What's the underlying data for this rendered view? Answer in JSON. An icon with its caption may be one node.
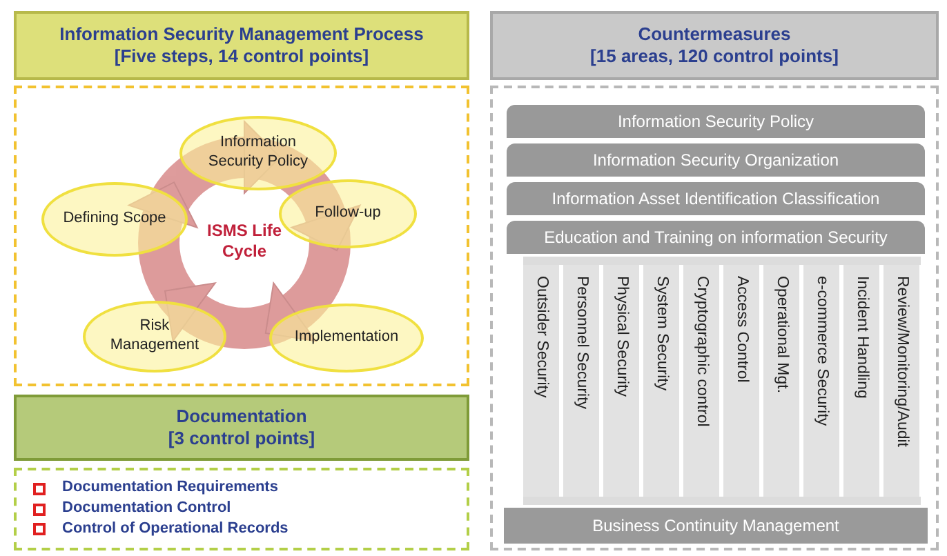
{
  "diagram": {
    "nodes": [
      {
        "text": [
          "Information Security Management Process",
          "[Five steps, 14 control points]"
        ]
      },
      {
        "text": [],
        "shape": "box"
      },
      {
        "text": [
          "Information Security Policy"
        ],
        "in": 1
      },
      {
        "text": [
          "Follow-up"
        ],
        "in": 1
      },
      {
        "text": [
          "Implementation"
        ],
        "in": 1
      },
      {
        "text": [
          "Risk Management"
        ],
        "in": 1
      },
      {
        "text": [
          "Defining Scope"
        ],
        "in": 1
      },
      {
        "text": [
          "Documentation",
          "[3 control points]"
        ]
      },
      {
        "text": [
          "Documentation Requirements",
          "Documentation Control",
          "Control of Operational Records"
        ]
      },
      {
        "text": [
          "Countermeasures",
          "[15 areas, 120 control points]"
        ]
      },
      {
        "text": [],
        "shape": "box"
      },
      {
        "text": [
          "Information Security Policy"
        ],
        "in": 10
      },
      {
        "text": [
          "Information Security Organization"
        ],
        "in": 10
      },
      {
        "text": [
          "Information Asset Identification Classification"
        ],
        "in": 10
      },
      {
        "text": [
          "Education and Training on information Security"
        ],
        "in": 10
      },
      {
        "text": [
          "Outsider Security"
        ],
        "in": 10
      },
      {
        "text": [
          "Personnel Security"
        ],
        "in": 10
      },
      {
        "text": [
          "Physical Security"
        ],
        "in": 10
      },
      {
        "text": [
          "System Security"
        ],
        "in": 10
      },
      {
        "text": [
          "Cryptographic control"
        ],
        "in": 10
      },
      {
        "text": [
          "Access Control"
        ],
        "in": 10
      },
      {
        "text": [
          "Operational Mgt."
        ],
        "in": 10
      },
      {
        "text": [
          "e-commerce Security"
        ],
        "in": 10
      },
      {
        "text": [
          "Incident Handling"
        ],
        "in": 10
      },
      {
        "text": [
          "Review/Monitoring/Audit"
        ],
        "in": 10
      },
      {
        "text": [
          "Business Continuity Management"
        ],
        "in": 10
      }
    ],
    "labels": [
      "ISMS Life Cycle"
    ]
  }
}
